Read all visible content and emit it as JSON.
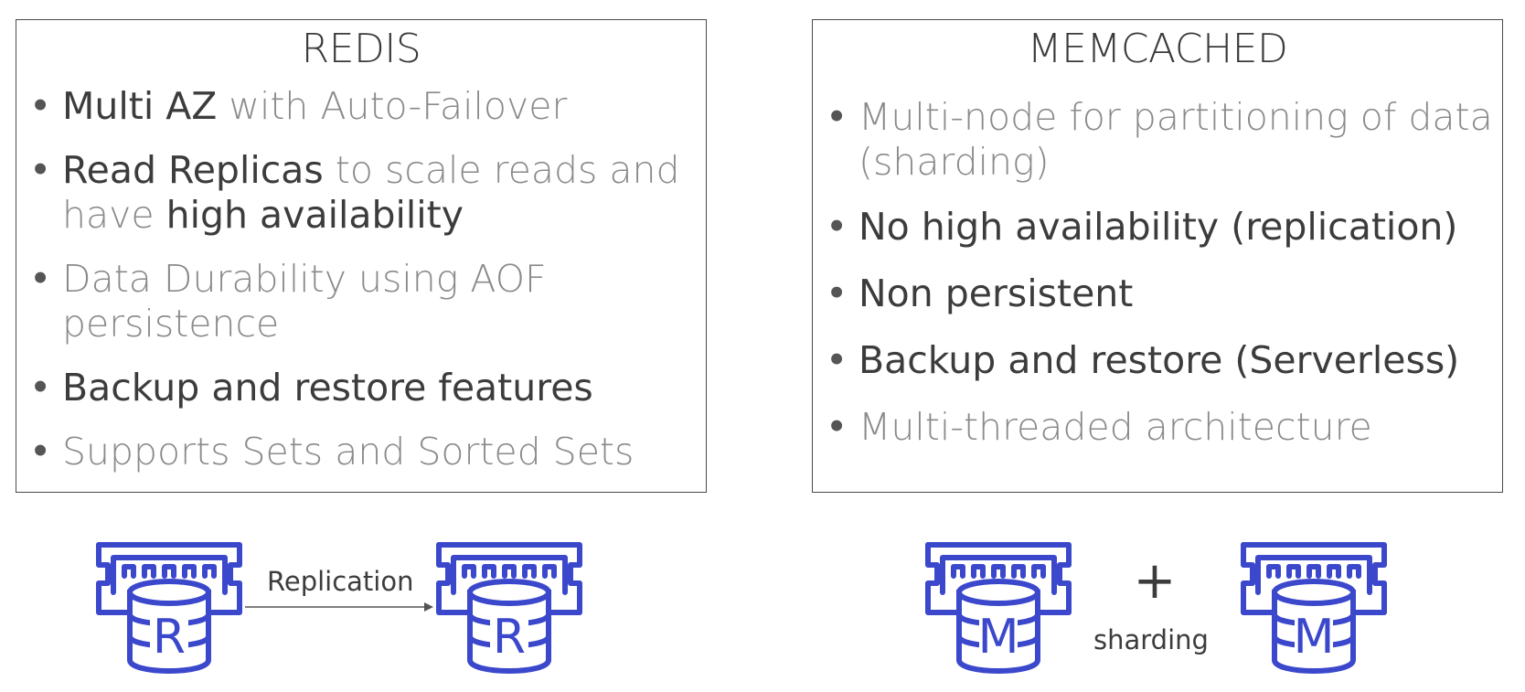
{
  "redis": {
    "title": "REDIS",
    "bullets": [
      {
        "strong": "Multi AZ",
        "rest": " with Auto-Failover"
      },
      {
        "strong_1": "Read Replicas",
        "middle": " to scale reads and have ",
        "strong_2": "high availability"
      },
      {
        "text": "Data Durability using AOF persistence"
      },
      {
        "text": "Backup and restore features"
      },
      {
        "text": "Supports Sets and Sorted Sets"
      }
    ]
  },
  "memcached": {
    "title": "MEMCACHED",
    "bullets": [
      {
        "text": "Multi-node for partitioning of data (sharding)"
      },
      {
        "text": "No high availability (replication)"
      },
      {
        "text": "Non persistent"
      },
      {
        "text": "Backup and restore (Serverless)"
      },
      {
        "text": "Multi-threaded architecture"
      }
    ]
  },
  "diagram": {
    "replication_label": "Replication",
    "sharding_label": "sharding",
    "plus": "+",
    "redis_node_letter": "R",
    "memcached_node_letter": "M",
    "icon_color": "#3b48cc",
    "icon_name": "elasticache-node-icon"
  }
}
